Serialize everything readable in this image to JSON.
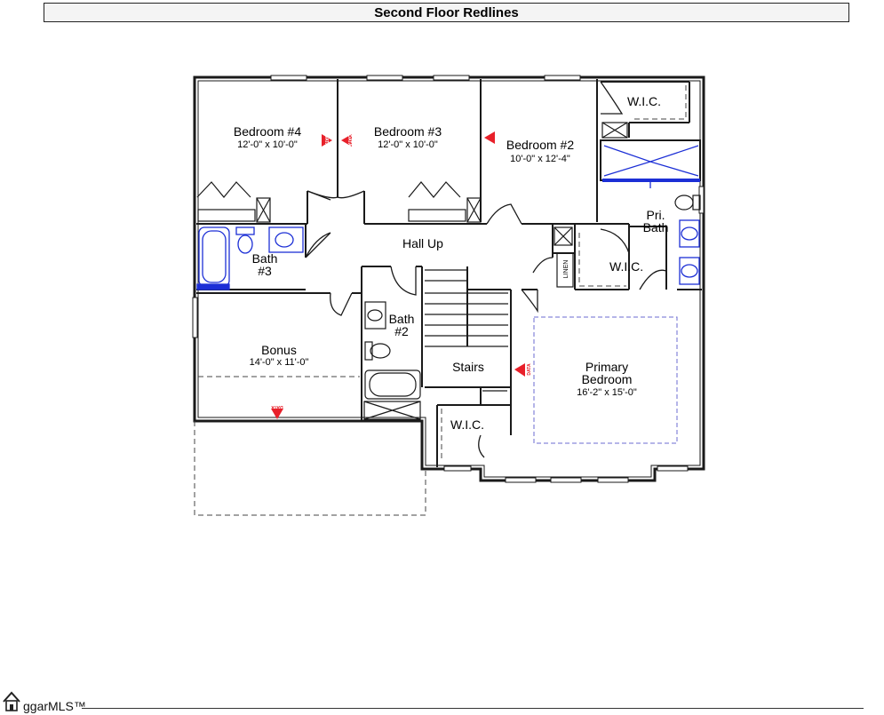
{
  "title": "Second Floor Redlines",
  "rooms": {
    "bedroom4": {
      "name": "Bedroom #4",
      "dims": "12'-0\" x 10'-0\""
    },
    "bedroom3": {
      "name": "Bedroom #3",
      "dims": "12'-0\" x 10'-0\""
    },
    "bedroom2": {
      "name": "Bedroom #2",
      "dims": "10'-0\" x 12'-4\""
    },
    "wic_top": {
      "name": "W.I.C."
    },
    "pri_bath": {
      "line1": "Pri.",
      "line2": "Bath"
    },
    "hall": {
      "name": "Hall Up"
    },
    "bath3": {
      "line1": "Bath",
      "line2": "#3"
    },
    "linen": {
      "name": "LINEN"
    },
    "wic_mid": {
      "name": "W.I.C."
    },
    "bath2": {
      "line1": "Bath",
      "line2": "#2"
    },
    "bonus": {
      "name": "Bonus",
      "dims": "14'-0\" x 11'-0\""
    },
    "stairs": {
      "name": "Stairs"
    },
    "primary": {
      "line1": "Primary",
      "line2": "Bedroom",
      "dims": "16'-2\" x 15'-0\""
    },
    "wic_bottom": {
      "name": "W.I.C."
    }
  },
  "markers": {
    "label": "DATA",
    "color": "#e8202a"
  },
  "colors": {
    "walls": "#1a1a1a",
    "fixtures": "#1c2fd6",
    "tray_ceiling": "#6b6bd0"
  },
  "footer": {
    "logo_text": "ggarMLS™"
  }
}
